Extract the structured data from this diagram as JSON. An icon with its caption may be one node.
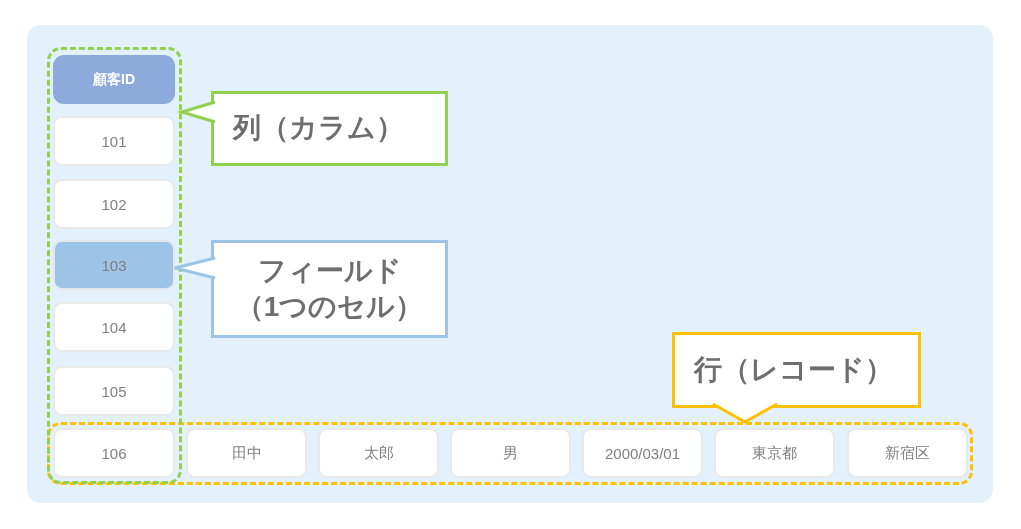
{
  "diagram": {
    "nodes": [
      {
        "text": [],
        "shape": "box"
      },
      {
        "text": [
          "顧客ID"
        ],
        "in": 0
      },
      {
        "text": [
          "101"
        ],
        "in": 0
      },
      {
        "text": [
          "102"
        ],
        "in": 0
      },
      {
        "text": [
          "103"
        ],
        "in": 0
      },
      {
        "text": [
          "104"
        ],
        "in": 0
      },
      {
        "text": [
          "105"
        ],
        "in": 0
      },
      {
        "text": [
          "列（カラム）"
        ]
      },
      {
        "text": [
          "フィールド（1つのセル）"
        ]
      },
      {
        "text": [
          "行（レコード）"
        ]
      },
      {
        "text": [],
        "shape": "box"
      },
      {
        "text": [
          "106"
        ]
      },
      {
        "text": [
          "田中"
        ],
        "in": 10
      },
      {
        "text": [
          "太郎"
        ],
        "in": 10
      },
      {
        "text": [
          "男"
        ],
        "in": 10
      },
      {
        "text": [
          "2000/03/01"
        ],
        "in": 10
      },
      {
        "text": [
          "東京都"
        ],
        "in": 10
      },
      {
        "text": [
          "新宿区"
        ],
        "in": 10
      }
    ],
    "edges": [
      {
        "from": 7,
        "to": 0,
        "arrow": "to",
        "color": "#92d050"
      },
      {
        "from": 8,
        "to": 4,
        "arrow": "to",
        "color": "#9dc3e6"
      },
      {
        "from": 9,
        "to": 10,
        "arrow": "to",
        "color": "#ffc000"
      }
    ]
  }
}
